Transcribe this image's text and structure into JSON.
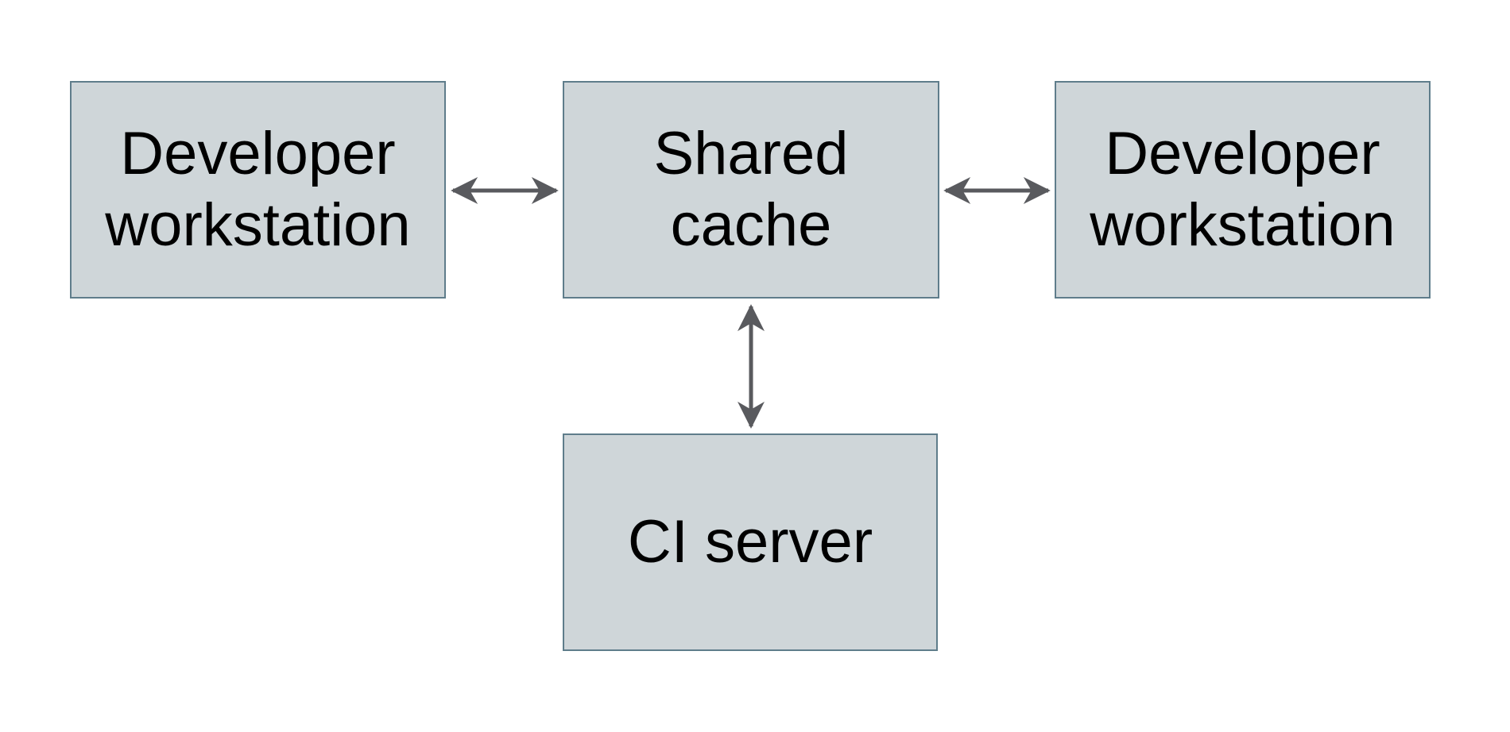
{
  "theme": {
    "background": "#ffffff",
    "node_fill": "#cfd6d9",
    "node_border": "#5f7d8b",
    "arrow_color": "#595a5e",
    "text_color": "#000000"
  },
  "diagram": {
    "type": "architecture-flow-diagram",
    "nodes": [
      {
        "id": "developer-workstation-left",
        "label": "Developer\nworkstation"
      },
      {
        "id": "shared-cache",
        "label": "Shared\ncache"
      },
      {
        "id": "developer-workstation-right",
        "label": "Developer\nworkstation"
      },
      {
        "id": "ci-server",
        "label": "CI server"
      }
    ],
    "edges": [
      {
        "from": "developer-workstation-left",
        "to": "shared-cache",
        "direction": "bidirectional"
      },
      {
        "from": "shared-cache",
        "to": "developer-workstation-right",
        "direction": "bidirectional"
      },
      {
        "from": "shared-cache",
        "to": "ci-server",
        "direction": "bidirectional"
      }
    ]
  }
}
